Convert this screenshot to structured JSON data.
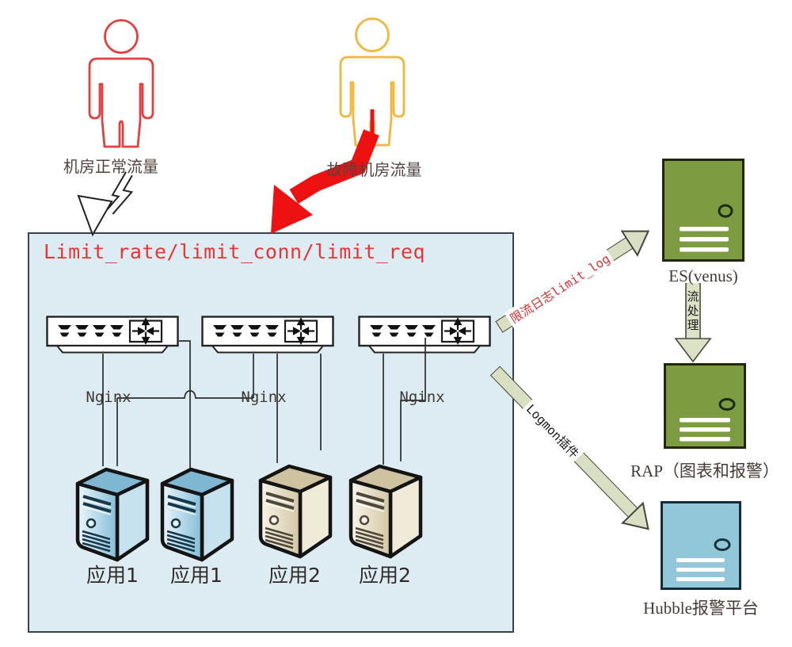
{
  "actors": {
    "normal": {
      "label": "机房正常流量"
    },
    "faulty": {
      "label": "故障机房流量"
    }
  },
  "container": {
    "title": "Limit_rate/limit_conn/limit_req"
  },
  "nginx_layer": {
    "switches": [
      {
        "label": "Nginx"
      },
      {
        "label": "Nginx"
      },
      {
        "label": "Nginx"
      }
    ]
  },
  "servers": [
    {
      "label": "应用1",
      "color": "blue"
    },
    {
      "label": "应用1",
      "color": "blue"
    },
    {
      "label": "应用2",
      "color": "beige"
    },
    {
      "label": "应用2",
      "color": "beige"
    }
  ],
  "flows": {
    "limit_log": {
      "label": "限流日志limit_log"
    },
    "stream": {
      "label": "流处理"
    },
    "logmon": {
      "label": "Logmon插件"
    }
  },
  "targets": {
    "es": {
      "label": "ES(venus)"
    },
    "rap": {
      "label": "RAP（图表和报警）"
    },
    "hubble": {
      "label": "Hubble报警平台"
    }
  },
  "colors": {
    "container_fill": "#ddecf2",
    "title_red": "#e53535",
    "person_normal": "#e04040",
    "person_faulty": "#f2b63c",
    "failover_arrow": "#ee1111",
    "green_node": "#7d9b41",
    "hubble_node": "#92c7da",
    "flow_arrow": "#d9dfc3",
    "server_blue": "#9ccadf",
    "server_beige": "#ddd3ba"
  }
}
